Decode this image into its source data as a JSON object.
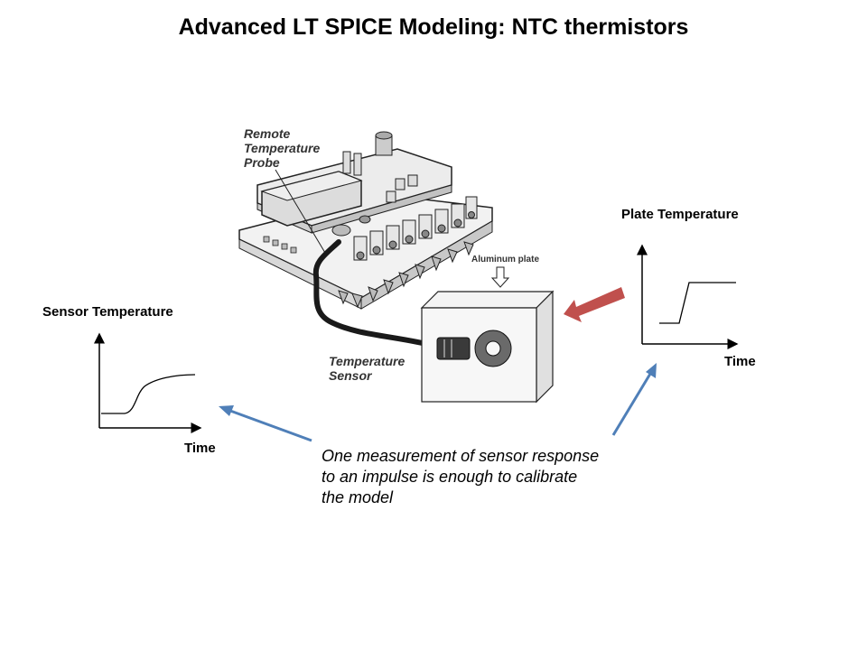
{
  "title": "Advanced LT SPICE Modeling: NTC thermistors",
  "sensor_graph": {
    "ylabel": "Sensor Temperature",
    "xlabel": "Time"
  },
  "plate_graph": {
    "ylabel": "Plate Temperature",
    "xlabel": "Time"
  },
  "board": {
    "probe_label": [
      "Remote",
      "Temperature",
      "Probe"
    ],
    "sensor_label": [
      "Temperature",
      "Sensor"
    ],
    "plate_label": "Aluminum plate"
  },
  "callout_lines": [
    "One measurement of sensor response",
    "to an impulse is enough to calibrate",
    "the model"
  ],
  "colors": {
    "blue_arrow": "#4f7fb8",
    "red_arrow": "#c0504d"
  }
}
